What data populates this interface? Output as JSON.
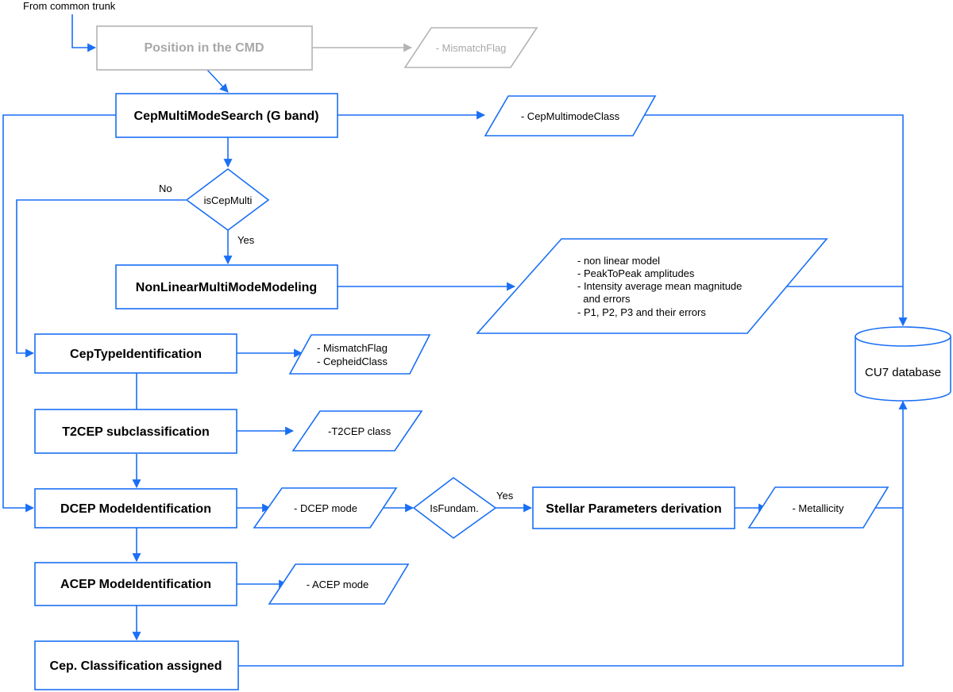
{
  "colors": {
    "line": "#1a6ff5",
    "muted": "#b4b4b4",
    "text": "#000000",
    "muted_text": "#a8a8a8"
  },
  "start_label": "From common trunk",
  "processes": {
    "position_cmd": "Position in the CMD",
    "cep_multi_mode_search": "CepMultiModeSearch (G band)",
    "nonlinear_modeling": "NonLinearMultiModeModeling",
    "cep_type_identification": "CepTypeIdentification",
    "t2cep_subclassification": "T2CEP subclassification",
    "dcep_mode_identification": "DCEP ModeIdentification",
    "stellar_parameters": "Stellar Parameters derivation",
    "acep_mode_identification": "ACEP ModeIdentification",
    "cep_classification_assigned": "Cep. Classification assigned"
  },
  "decisions": {
    "is_cep_multi": "isCepMulti",
    "is_fundam": "IsFundam."
  },
  "outputs": {
    "mismatch_flag_cmd": "- MismatchFlag",
    "cep_multimode_class": "- CepMultimodeClass",
    "nonlinear_outputs": [
      "- non linear model",
      "- PeakToPeak amplitudes",
      "- Intensity average mean magnitude",
      "  and errors",
      "- P1, P2, P3 and their errors"
    ],
    "cep_type_outputs": [
      "- MismatchFlag",
      "- CepheidClass"
    ],
    "t2cep_class": "-T2CEP class",
    "dcep_mode": "- DCEP mode",
    "metallicity": "- Metallicity",
    "acep_mode": "- ACEP mode"
  },
  "edge_labels": {
    "no": "No",
    "yes_multi": "Yes",
    "yes_fundam": "Yes"
  },
  "database": "CU7 database"
}
